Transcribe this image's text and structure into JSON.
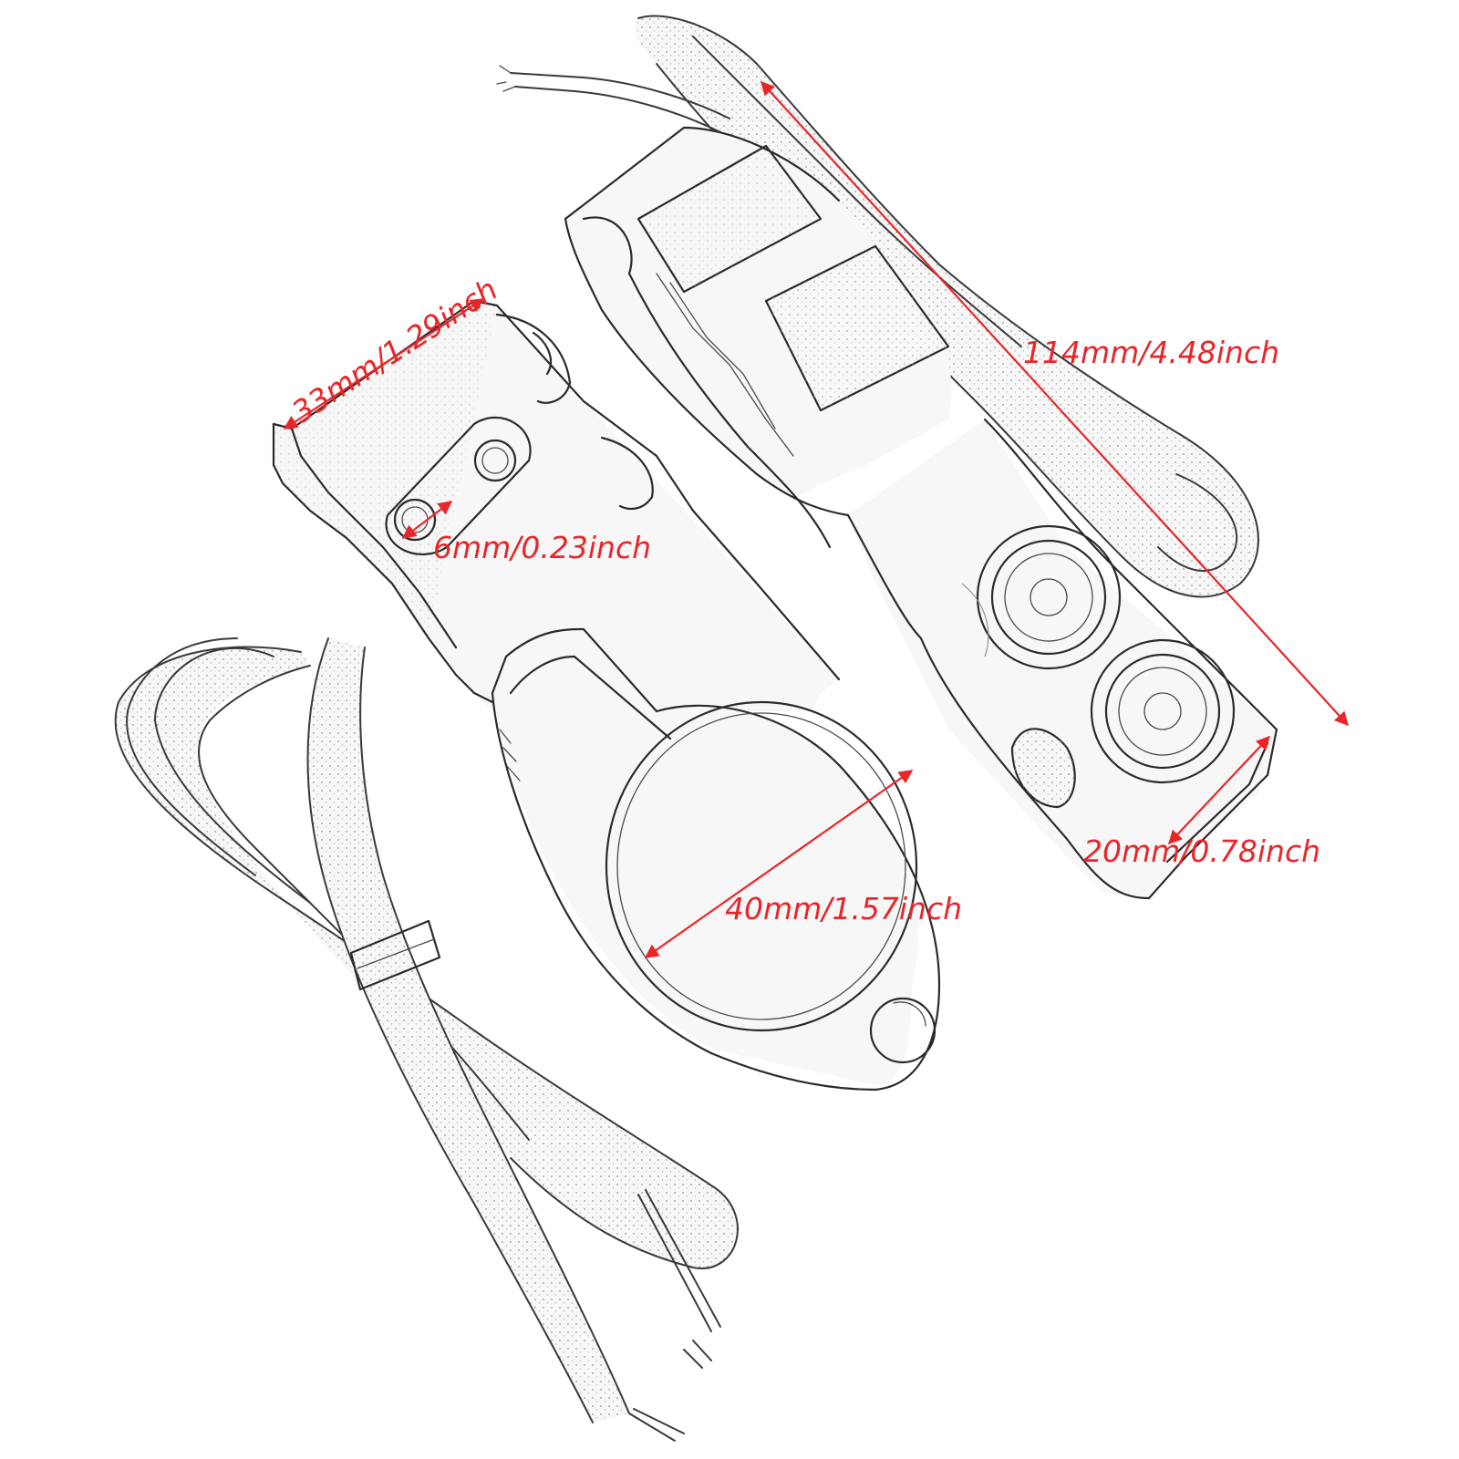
{
  "dimensions": {
    "top_width": "33mm/1.29inch",
    "hole": "6mm/0.23inch",
    "clamp_diameter": "40mm/1.57inch",
    "length": "114mm/4.48inch",
    "depth": "20mm/0.78inch"
  },
  "colors": {
    "dimension": "#e8262a",
    "outline": "#2b2b2b",
    "background": "#ffffff"
  },
  "icons": {
    "left_part": "switch-housing-clamp-drawing",
    "right_part": "switch-housing-two-buttons-drawing"
  }
}
